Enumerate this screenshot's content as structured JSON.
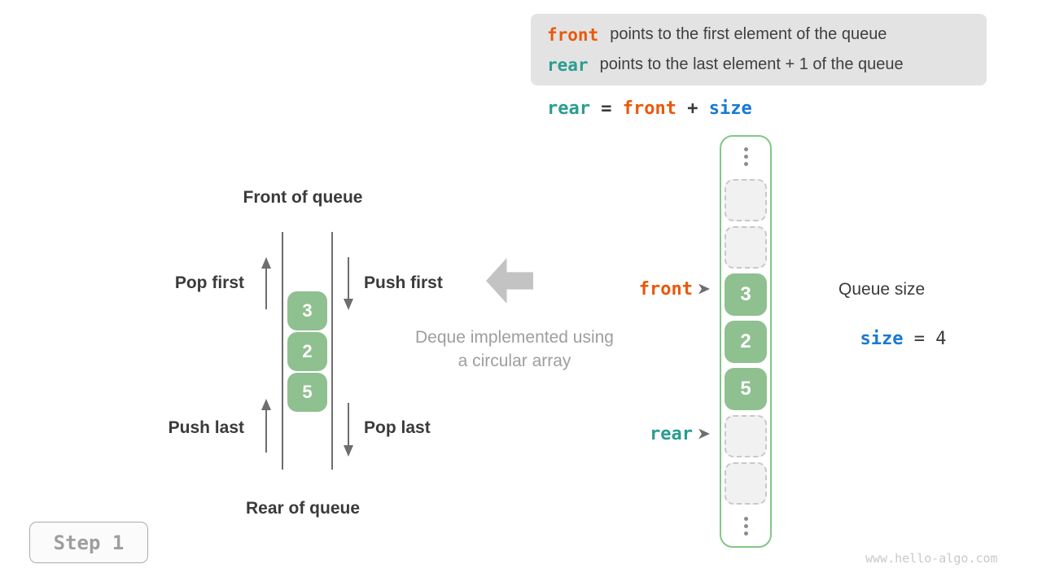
{
  "legend_box": {
    "lines": [
      {
        "code": "front",
        "color": "orange",
        "text": "points to the first element of the queue"
      },
      {
        "code": "rear",
        "color": "teal",
        "text": "points to the last element + 1 of the queue"
      }
    ]
  },
  "formula": {
    "tokens": [
      {
        "text": "rear",
        "color": "teal"
      },
      {
        "text": " = ",
        "color": "dark"
      },
      {
        "text": "front",
        "color": "orange"
      },
      {
        "text": " + ",
        "color": "dark"
      },
      {
        "text": "size",
        "color": "blue"
      }
    ]
  },
  "deque": {
    "front_label": "Front of queue",
    "rear_label": "Rear of queue",
    "pop_first": "Pop first",
    "push_first": "Push first",
    "push_last": "Push last",
    "pop_last": "Pop last",
    "values": [
      "3",
      "2",
      "5"
    ]
  },
  "caption": {
    "line1": "Deque implemented using",
    "line2": "a circular array"
  },
  "array_panel": {
    "front_pointer": "front",
    "rear_pointer": "rear",
    "cells": [
      {
        "type": "empty"
      },
      {
        "type": "empty"
      },
      {
        "type": "filled",
        "value": "3"
      },
      {
        "type": "filled",
        "value": "2"
      },
      {
        "type": "filled",
        "value": "5"
      },
      {
        "type": "empty"
      },
      {
        "type": "empty"
      }
    ]
  },
  "queue_size": {
    "title": "Queue size",
    "variable": "size",
    "rest": " = 4"
  },
  "step_badge": {
    "label": "Step 1"
  },
  "watermark": "www.hello-algo.com",
  "colors": {
    "orange": "#EA580C",
    "teal": "#2A9D8F",
    "blue": "#1879D2",
    "green_cell": "#8FC08F",
    "green_border": "#81C784",
    "dark_text": "#3A3A3A",
    "gray_caption": "#9E9E9E",
    "legend_bg": "#E3E3E3"
  }
}
